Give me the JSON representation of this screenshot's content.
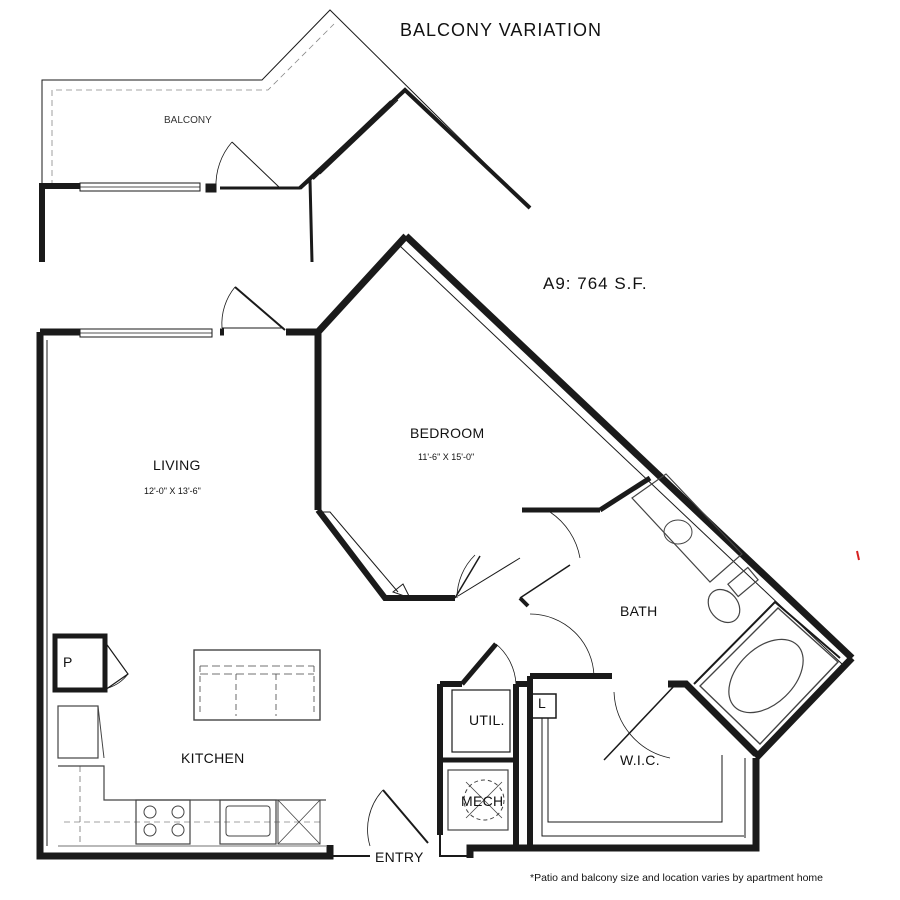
{
  "variation_title": "BALCONY VARIATION",
  "balcony_label": "BALCONY",
  "unit_title": "A9: 764 S.F.",
  "rooms": {
    "living": {
      "name": "LIVING",
      "dims": "12'-0\" X 13'-6\""
    },
    "bedroom": {
      "name": "BEDROOM",
      "dims": "11'-6\" X 15'-0\""
    },
    "kitchen": {
      "name": "KITCHEN"
    },
    "bath": {
      "name": "BATH"
    },
    "wic": {
      "name": "W.I.C."
    },
    "util": {
      "name": "UTIL."
    },
    "mech": {
      "name": "MECH"
    },
    "pantry": {
      "name": "P"
    },
    "linen": {
      "name": "L"
    },
    "entry": {
      "name": "ENTRY"
    }
  },
  "footnote": "*Patio and balcony size and location varies by apartment home",
  "colors": {
    "wall": "#1a1a1a",
    "fixture": "#444444",
    "accent": "#d62020"
  }
}
